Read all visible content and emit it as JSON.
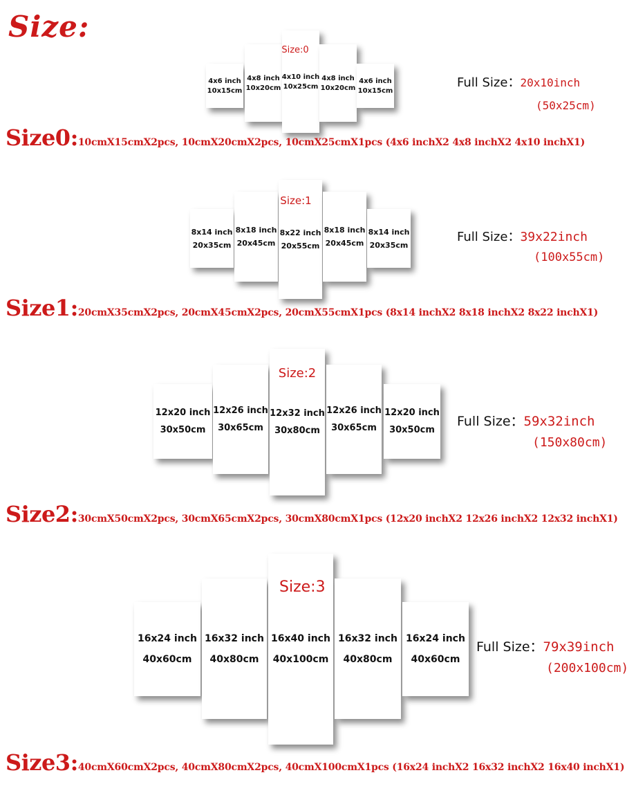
{
  "header": {
    "title": "Size:"
  },
  "sizes": [
    {
      "label": "Size:0",
      "panels": [
        {
          "inch": "4x6 inch",
          "cm": "10x15cm"
        },
        {
          "inch": "4x8 inch",
          "cm": "10x20cm"
        },
        {
          "inch": "4x10 inch",
          "cm": "10x25cm"
        },
        {
          "inch": "4x8 inch",
          "cm": "10x20cm"
        },
        {
          "inch": "4x6 inch",
          "cm": "10x15cm"
        }
      ],
      "full_label": "Full Size：",
      "full_inch": "20x10inch",
      "full_cm": "(50x25cm)",
      "spec_title": "Size0:",
      "spec_text": "10cmX15cmX2pcs, 10cmX20cmX2pcs, 10cmX25cmX1pcs  (4x6 inchX2  4x8 inchX2  4x10 inchX1)"
    },
    {
      "label": "Size:1",
      "panels": [
        {
          "inch": "8x14 inch",
          "cm": "20x35cm"
        },
        {
          "inch": "8x18 inch",
          "cm": "20x45cm"
        },
        {
          "inch": "8x22 inch",
          "cm": "20x55cm"
        },
        {
          "inch": "8x18 inch",
          "cm": "20x45cm"
        },
        {
          "inch": "8x14 inch",
          "cm": "20x35cm"
        }
      ],
      "full_label": "Full Size：",
      "full_inch": "39x22inch",
      "full_cm": "(100x55cm)",
      "spec_title": "Size1:",
      "spec_text": "20cmX35cmX2pcs, 20cmX45cmX2pcs, 20cmX55cmX1pcs  (8x14 inchX2  8x18 inchX2  8x22 inchX1)"
    },
    {
      "label": "Size:2",
      "panels": [
        {
          "inch": "12x20 inch",
          "cm": "30x50cm"
        },
        {
          "inch": "12x26 inch",
          "cm": "30x65cm"
        },
        {
          "inch": "12x32 inch",
          "cm": "30x80cm"
        },
        {
          "inch": "12x26 inch",
          "cm": "30x65cm"
        },
        {
          "inch": "12x20 inch",
          "cm": "30x50cm"
        }
      ],
      "full_label": "Full Size：",
      "full_inch": "59x32inch",
      "full_cm": "(150x80cm)",
      "spec_title": "Size2:",
      "spec_text": "30cmX50cmX2pcs, 30cmX65cmX2pcs, 30cmX80cmX1pcs  (12x20 inchX2  12x26 inchX2  12x32 inchX1)"
    },
    {
      "label": "Size:3",
      "panels": [
        {
          "inch": "16x24 inch",
          "cm": "40x60cm"
        },
        {
          "inch": "16x32 inch",
          "cm": "40x80cm"
        },
        {
          "inch": "16x40 inch",
          "cm": "40x100cm"
        },
        {
          "inch": "16x32 inch",
          "cm": "40x80cm"
        },
        {
          "inch": "16x24 inch",
          "cm": "40x60cm"
        }
      ],
      "full_label": "Full Size：",
      "full_inch": "79x39inch",
      "full_cm": "(200x100cm)",
      "spec_title": "Size3:",
      "spec_text": "40cmX60cmX2pcs, 40cmX80cmX2pcs, 40cmX100cmX1pcs  (16x24 inchX2  16x32 inchX2  16x40 inchX1)"
    }
  ],
  "colors": {
    "accent": "#cc1a1a",
    "panel": "#ffffff",
    "text": "#111111"
  }
}
